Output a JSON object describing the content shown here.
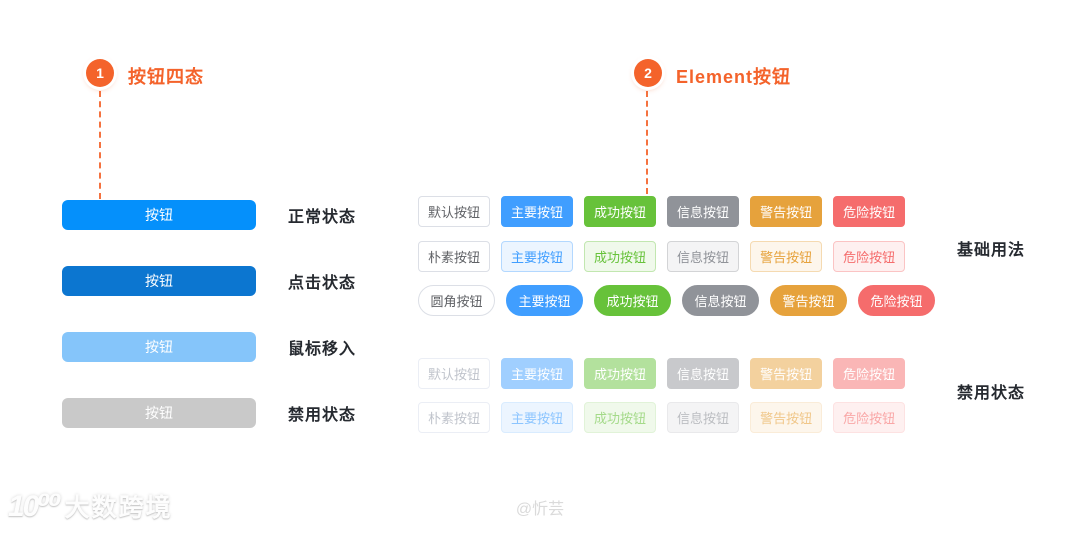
{
  "accent": "#f4632b",
  "section1": {
    "badge": "1",
    "title": "按钮四态",
    "states": [
      {
        "label": "按钮",
        "state": "正常状态",
        "bg": "#0590fb",
        "fg": "#ffffff"
      },
      {
        "label": "按钮",
        "state": "点击状态",
        "bg": "#0c76d0",
        "fg": "#ffffff"
      },
      {
        "label": "按钮",
        "state": "鼠标移入",
        "bg": "#85c5fa",
        "fg": "#ffffff"
      },
      {
        "label": "按钮",
        "state": "禁用状态",
        "bg": "#c9c9c9",
        "fg": "#ffffff"
      }
    ]
  },
  "section2": {
    "badge": "2",
    "title": "Element按钮",
    "group_labels": {
      "basic": "基础用法",
      "disabled": "禁用状态"
    },
    "rows": [
      {
        "name": "default",
        "shape": "square",
        "buttons": [
          {
            "label": "默认按钮",
            "bg": "#ffffff",
            "fg": "#606266",
            "border": "#dcdfe6"
          },
          {
            "label": "主要按钮",
            "bg": "#409eff",
            "fg": "#ffffff",
            "border": "#409eff"
          },
          {
            "label": "成功按钮",
            "bg": "#67c23a",
            "fg": "#ffffff",
            "border": "#67c23a"
          },
          {
            "label": "信息按钮",
            "bg": "#909399",
            "fg": "#ffffff",
            "border": "#909399"
          },
          {
            "label": "警告按钮",
            "bg": "#e6a23c",
            "fg": "#ffffff",
            "border": "#e6a23c"
          },
          {
            "label": "危险按钮",
            "bg": "#f56c6c",
            "fg": "#ffffff",
            "border": "#f56c6c"
          }
        ]
      },
      {
        "name": "plain",
        "shape": "square",
        "buttons": [
          {
            "label": "朴素按钮",
            "bg": "#ffffff",
            "fg": "#606266",
            "border": "#dcdfe6"
          },
          {
            "label": "主要按钮",
            "bg": "#ecf5ff",
            "fg": "#409eff",
            "border": "#b3d8ff"
          },
          {
            "label": "成功按钮",
            "bg": "#f0f9eb",
            "fg": "#67c23a",
            "border": "#c2e7b0"
          },
          {
            "label": "信息按钮",
            "bg": "#f4f4f5",
            "fg": "#909399",
            "border": "#d3d4d6"
          },
          {
            "label": "警告按钮",
            "bg": "#fdf6ec",
            "fg": "#e6a23c",
            "border": "#f5dab1"
          },
          {
            "label": "危险按钮",
            "bg": "#fef0f0",
            "fg": "#f56c6c",
            "border": "#fbc4c4"
          }
        ]
      },
      {
        "name": "round",
        "shape": "round",
        "buttons": [
          {
            "label": "圆角按钮",
            "bg": "#ffffff",
            "fg": "#606266",
            "border": "#dcdfe6"
          },
          {
            "label": "主要按钮",
            "bg": "#409eff",
            "fg": "#ffffff",
            "border": "#409eff"
          },
          {
            "label": "成功按钮",
            "bg": "#67c23a",
            "fg": "#ffffff",
            "border": "#67c23a"
          },
          {
            "label": "信息按钮",
            "bg": "#909399",
            "fg": "#ffffff",
            "border": "#909399"
          },
          {
            "label": "警告按钮",
            "bg": "#e6a23c",
            "fg": "#ffffff",
            "border": "#e6a23c"
          },
          {
            "label": "危险按钮",
            "bg": "#f56c6c",
            "fg": "#ffffff",
            "border": "#f56c6c"
          }
        ]
      },
      {
        "name": "disabled",
        "shape": "square",
        "buttons": [
          {
            "label": "默认按钮",
            "bg": "#ffffff",
            "fg": "#c0c4cc",
            "border": "#ebeef5"
          },
          {
            "label": "主要按钮",
            "bg": "#a0cfff",
            "fg": "#ffffff",
            "border": "#a0cfff"
          },
          {
            "label": "成功按钮",
            "bg": "#b3e19d",
            "fg": "#ffffff",
            "border": "#b3e19d"
          },
          {
            "label": "信息按钮",
            "bg": "#c8c9cc",
            "fg": "#ffffff",
            "border": "#c8c9cc"
          },
          {
            "label": "警告按钮",
            "bg": "#f3d19e",
            "fg": "#ffffff",
            "border": "#f3d19e"
          },
          {
            "label": "危险按钮",
            "bg": "#fab6b6",
            "fg": "#ffffff",
            "border": "#fab6b6"
          }
        ]
      },
      {
        "name": "plain-disabled",
        "shape": "square",
        "buttons": [
          {
            "label": "朴素按钮",
            "bg": "#ffffff",
            "fg": "#c0c4cc",
            "border": "#ebeef5"
          },
          {
            "label": "主要按钮",
            "bg": "#ecf5ff",
            "fg": "#8cc5ff",
            "border": "#d9ecff"
          },
          {
            "label": "成功按钮",
            "bg": "#f0f9eb",
            "fg": "#a4da89",
            "border": "#e1f3d8"
          },
          {
            "label": "信息按钮",
            "bg": "#f4f4f5",
            "fg": "#bcbec2",
            "border": "#e9e9eb"
          },
          {
            "label": "警告按钮",
            "bg": "#fdf6ec",
            "fg": "#f0c78a",
            "border": "#faecd8"
          },
          {
            "label": "危险按钮",
            "bg": "#fef0f0",
            "fg": "#f9a7a7",
            "border": "#fde2e2"
          }
        ]
      }
    ]
  },
  "watermarks": {
    "author": "@忻芸",
    "brand_mark": "10⁰⁰",
    "brand_name": "大数跨境"
  }
}
